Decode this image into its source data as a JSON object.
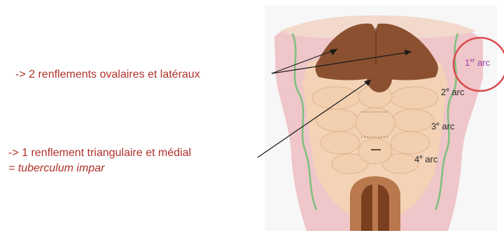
{
  "labels": {
    "lateral": "-> 2 renflements ovalaires et latéraux",
    "medial": "-> 1 renflement triangulaire et médial",
    "tuberculum": "= tuberculum impar"
  },
  "arcs": [
    {
      "num": "1",
      "sup": "er",
      "word": "arc"
    },
    {
      "num": "2",
      "sup": "e",
      "word": "arc"
    },
    {
      "num": "3",
      "sup": "e",
      "word": "arc"
    },
    {
      "num": "4",
      "sup": "e",
      "word": "arc"
    }
  ],
  "colors": {
    "label_text": "#b0302a",
    "highlight_circle": "#d9484a",
    "first_arc_text": "#9b3aa0",
    "bulge_fill": "#8a5030",
    "tongue_fill": "#f3d2b5",
    "outer_fill": "#efc6c9",
    "green_outline": "#7dc07e"
  }
}
